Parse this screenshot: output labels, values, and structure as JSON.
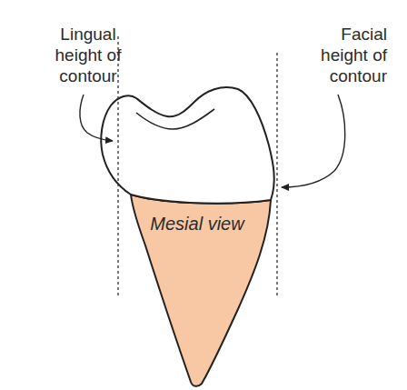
{
  "diagram": {
    "labels": [
      "Lingual height of contour",
      "Facial height of contour",
      "Mesial view"
    ]
  }
}
